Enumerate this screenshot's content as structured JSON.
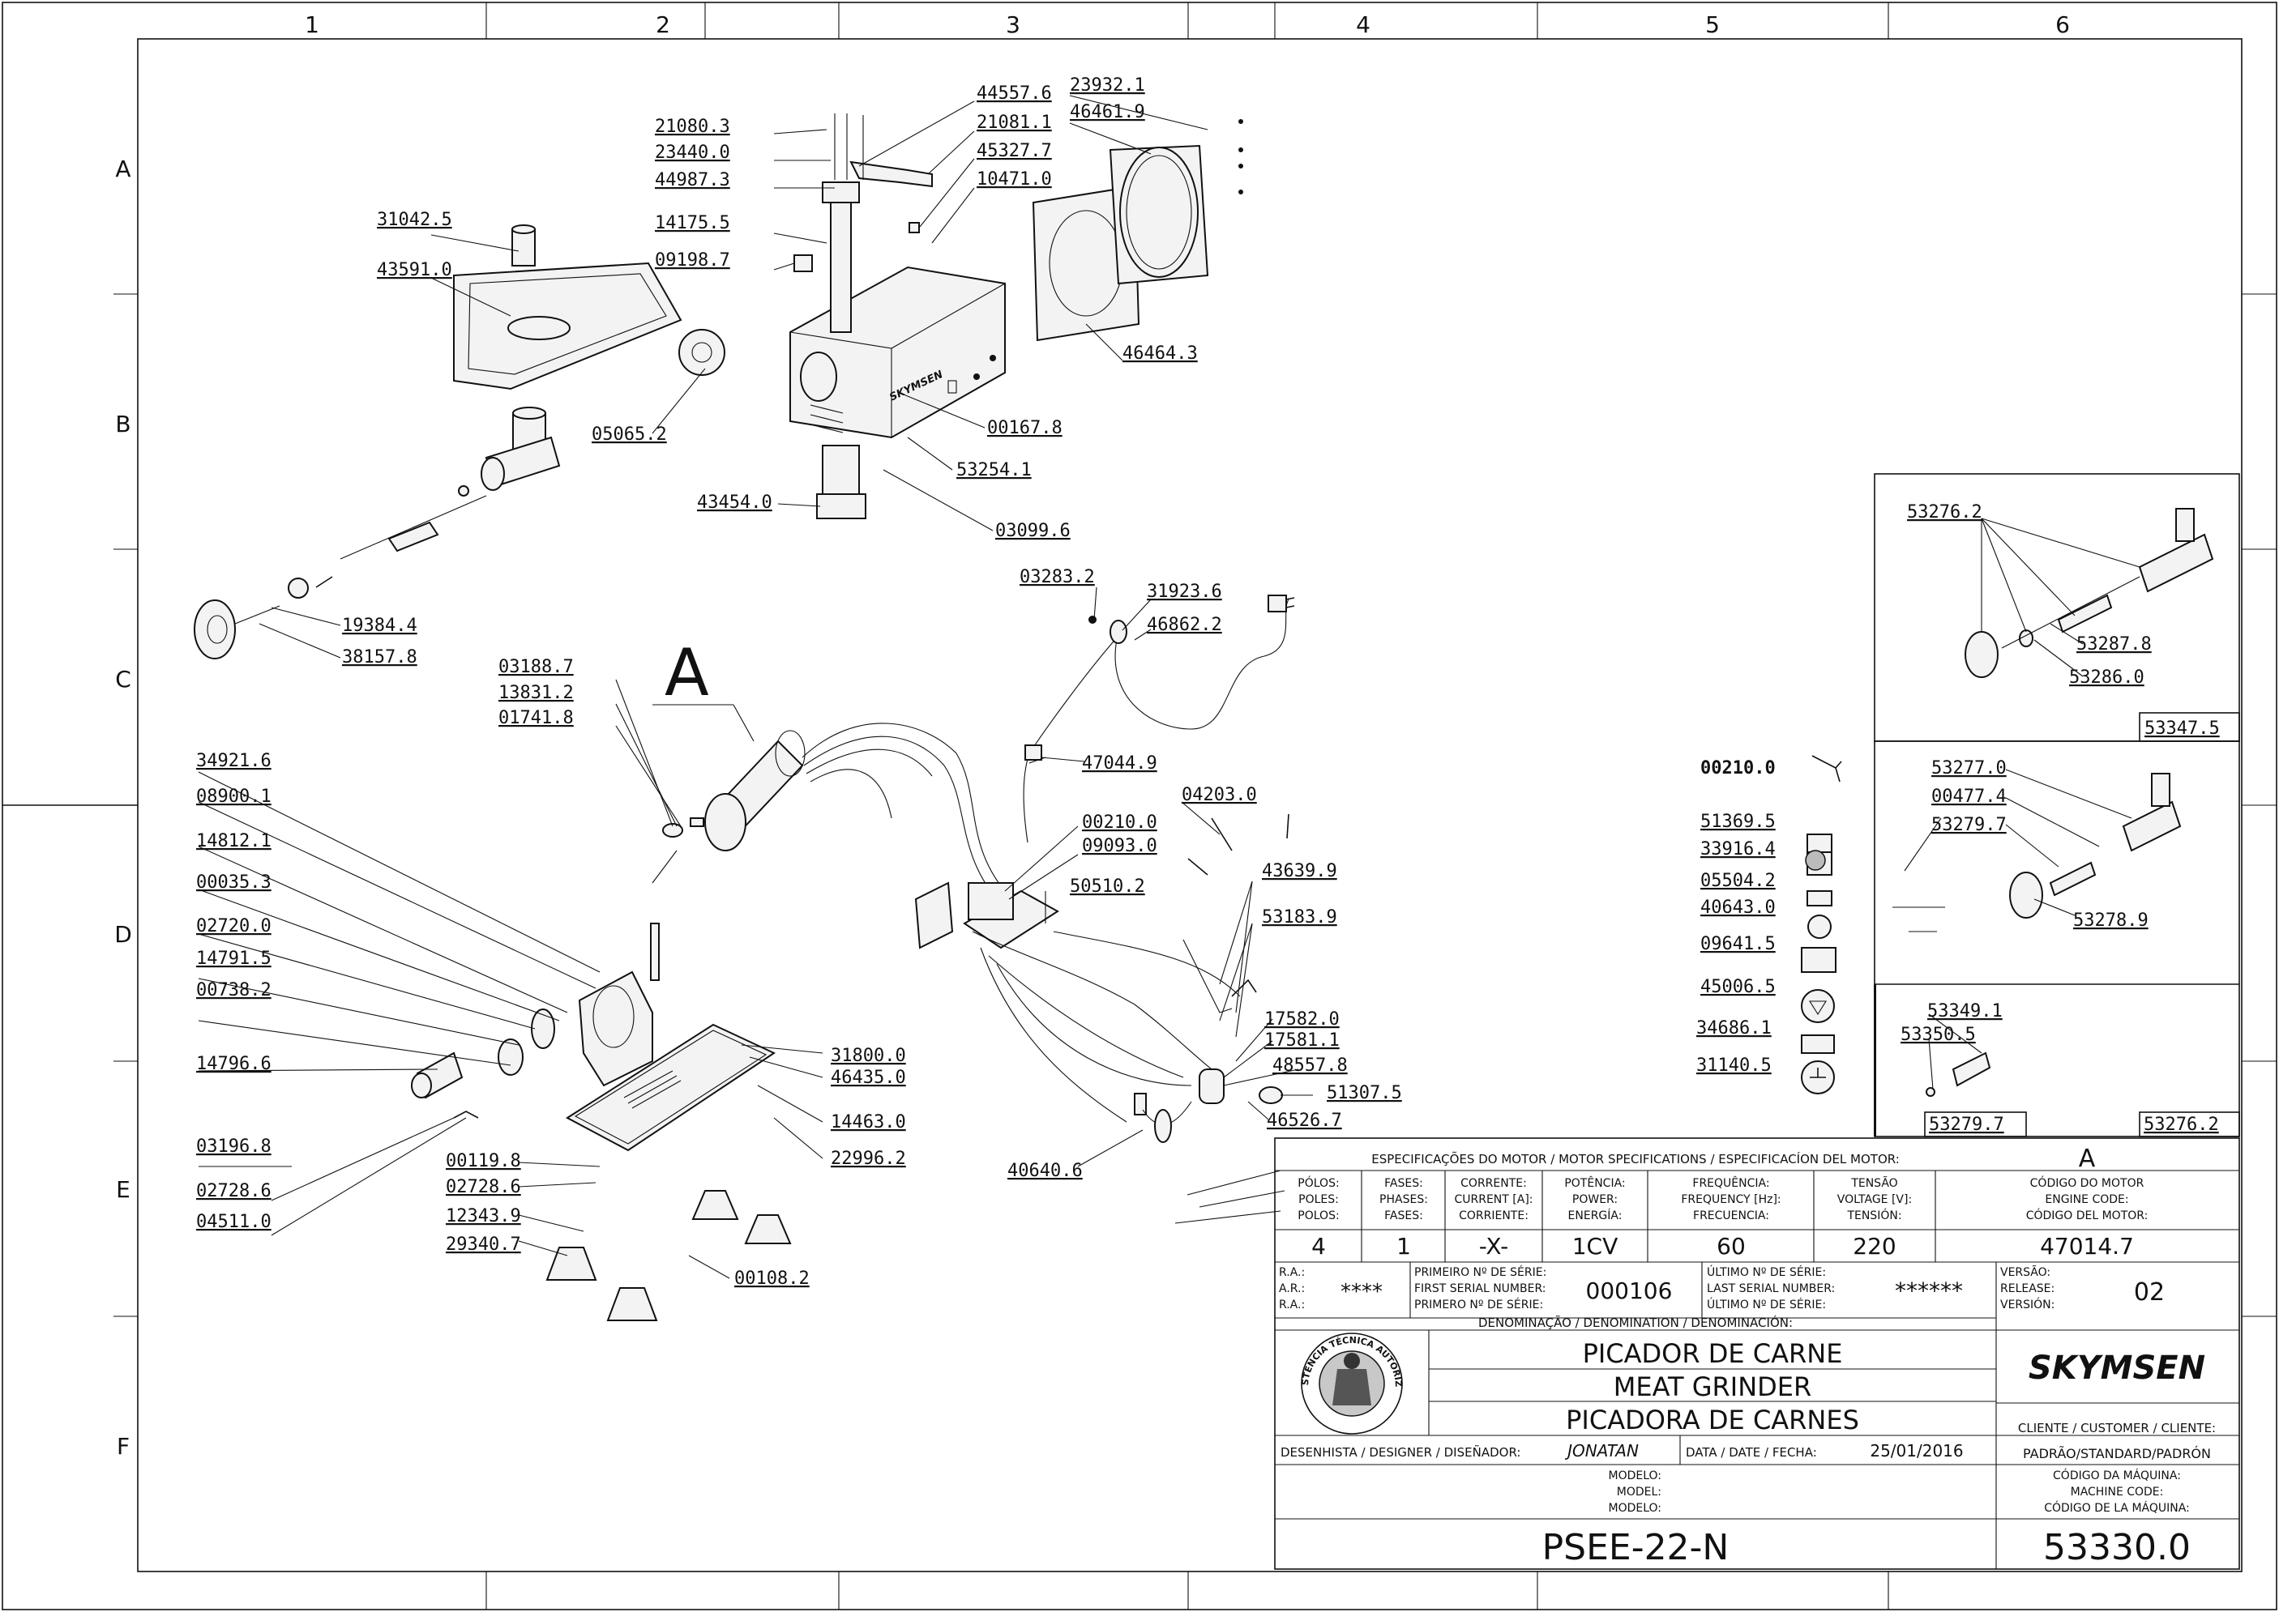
{
  "grid": {
    "columns": [
      "1",
      "2",
      "3",
      "4",
      "5",
      "6"
    ],
    "rows": [
      "A",
      "B",
      "C",
      "D",
      "E",
      "F"
    ]
  },
  "callout_letter": "A",
  "part_labels": [
    {
      "id": "21080_3",
      "text": "21080.3"
    },
    {
      "id": "23440_0",
      "text": "23440.0"
    },
    {
      "id": "44987_3",
      "text": "44987.3"
    },
    {
      "id": "44557_6",
      "text": "44557.6"
    },
    {
      "id": "21081_1",
      "text": "21081.1"
    },
    {
      "id": "45327_7",
      "text": "45327.7"
    },
    {
      "id": "10471_0",
      "text": "10471.0"
    },
    {
      "id": "23932_1",
      "text": "23932.1"
    },
    {
      "id": "46461_9",
      "text": "46461.9"
    },
    {
      "id": "31042_5",
      "text": "31042.5"
    },
    {
      "id": "43591_0",
      "text": "43591.0"
    },
    {
      "id": "14175_5",
      "text": "14175.5"
    },
    {
      "id": "09198_7",
      "text": "09198.7"
    },
    {
      "id": "46464_3",
      "text": "46464.3"
    },
    {
      "id": "05065_2",
      "text": "05065.2"
    },
    {
      "id": "00167_8",
      "text": "00167.8"
    },
    {
      "id": "53254_1",
      "text": "53254.1"
    },
    {
      "id": "43454_0",
      "text": "43454.0"
    },
    {
      "id": "03099_6",
      "text": "03099.6"
    },
    {
      "id": "19384_4",
      "text": "19384.4"
    },
    {
      "id": "38157_8",
      "text": "38157.8"
    },
    {
      "id": "03283_2",
      "text": "03283.2"
    },
    {
      "id": "31923_6",
      "text": "31923.6"
    },
    {
      "id": "46862_2",
      "text": "46862.2"
    },
    {
      "id": "03188_7",
      "text": "03188.7"
    },
    {
      "id": "13831_2",
      "text": "13831.2"
    },
    {
      "id": "01741_8",
      "text": "01741.8"
    },
    {
      "id": "34921_6",
      "text": "34921.6"
    },
    {
      "id": "08900_1",
      "text": "08900.1"
    },
    {
      "id": "14812_1",
      "text": "14812.1"
    },
    {
      "id": "00035_3",
      "text": "00035.3"
    },
    {
      "id": "02720_0",
      "text": "02720.0"
    },
    {
      "id": "14791_5",
      "text": "14791.5"
    },
    {
      "id": "00738_2",
      "text": "00738.2"
    },
    {
      "id": "14796_6",
      "text": "14796.6"
    },
    {
      "id": "03196_8",
      "text": "03196.8"
    },
    {
      "id": "02728_6a",
      "text": "02728.6"
    },
    {
      "id": "04511_0",
      "text": "04511.0"
    },
    {
      "id": "47044_9",
      "text": "47044.9"
    },
    {
      "id": "04203_0",
      "text": "04203.0"
    },
    {
      "id": "00210_0a",
      "text": "00210.0"
    },
    {
      "id": "09093_0",
      "text": "09093.0"
    },
    {
      "id": "50510_2",
      "text": "50510.2"
    },
    {
      "id": "43639_9",
      "text": "43639.9"
    },
    {
      "id": "53183_9",
      "text": "53183.9"
    },
    {
      "id": "31800_0",
      "text": "31800.0"
    },
    {
      "id": "46435_0",
      "text": "46435.0"
    },
    {
      "id": "14463_0",
      "text": "14463.0"
    },
    {
      "id": "22996_2",
      "text": "22996.2"
    },
    {
      "id": "00119_8",
      "text": "00119.8"
    },
    {
      "id": "02728_6b",
      "text": "02728.6"
    },
    {
      "id": "12343_9",
      "text": "12343.9"
    },
    {
      "id": "29340_7",
      "text": "29340.7"
    },
    {
      "id": "00108_2",
      "text": "00108.2"
    },
    {
      "id": "17582_0",
      "text": "17582.0"
    },
    {
      "id": "17581_1",
      "text": "17581.1"
    },
    {
      "id": "48557_8",
      "text": "48557.8"
    },
    {
      "id": "51307_5",
      "text": "51307.5"
    },
    {
      "id": "46526_7",
      "text": "46526.7"
    },
    {
      "id": "40640_6",
      "text": "40640.6"
    },
    {
      "id": "00210_0b",
      "text": "00210.0"
    },
    {
      "id": "51369_5",
      "text": "51369.5"
    },
    {
      "id": "33916_4",
      "text": "33916.4"
    },
    {
      "id": "05504_2",
      "text": "05504.2"
    },
    {
      "id": "40643_0",
      "text": "40643.0"
    },
    {
      "id": "09641_5",
      "text": "09641.5"
    },
    {
      "id": "45006_5",
      "text": "45006.5"
    },
    {
      "id": "34686_1",
      "text": "34686.1"
    },
    {
      "id": "31140_5",
      "text": "31140.5"
    },
    {
      "id": "53276_2a",
      "text": "53276.2"
    },
    {
      "id": "53287_8",
      "text": "53287.8"
    },
    {
      "id": "53286_0",
      "text": "53286.0"
    },
    {
      "id": "53347_5",
      "text": "53347.5"
    },
    {
      "id": "53277_0",
      "text": "53277.0"
    },
    {
      "id": "00477_4",
      "text": "00477.4"
    },
    {
      "id": "53279_7a",
      "text": "53279.7"
    },
    {
      "id": "53278_9",
      "text": "53278.9"
    },
    {
      "id": "53349_1",
      "text": "53349.1"
    },
    {
      "id": "53350_5",
      "text": "53350.5"
    },
    {
      "id": "53279_7b",
      "text": "53279.7"
    },
    {
      "id": "53276_2b",
      "text": "53276.2"
    }
  ],
  "title_block": {
    "motor_header": "ESPECIFICAÇÕES DO MOTOR / MOTOR SPECIFICATIONS / ESPECIFICACÍON DEL MOTOR:",
    "motor_code_letter": "A",
    "spec_headers": [
      [
        "PÓLOS:",
        "POLES:",
        "POLOS:"
      ],
      [
        "FASES:",
        "PHASES:",
        "FASES:"
      ],
      [
        "CORRENTE:",
        "CURRENT [A]:",
        "CORRIENTE:"
      ],
      [
        "POTÊNCIA:",
        "POWER:",
        "ENERGÍA:"
      ],
      [
        "FREQUÊNCIA:",
        "FREQUENCY [Hz]:",
        "FRECUENCIA:"
      ],
      [
        "TENSÃO",
        "VOLTAGE [V]:",
        "TENSIÓN:"
      ],
      [
        "CÓDIGO DO MOTOR",
        "ENGINE CODE:",
        "CÓDIGO DEL MOTOR:"
      ]
    ],
    "spec_values": [
      "4",
      "1",
      "-X-",
      "1CV",
      "60",
      "220",
      "47014.7"
    ],
    "ra_labels": [
      "R.A.:",
      "A.R.:",
      "R.A.:"
    ],
    "ra_value": "****",
    "first_serial_labels": [
      "PRIMEIRO Nº DE SÉRIE:",
      "FIRST SERIAL NUMBER:",
      "PRIMERO Nº DE SÉRIE:"
    ],
    "first_serial_value": "000106",
    "last_serial_labels": [
      "ÚLTIMO Nº DE SÉRIE:",
      "LAST SERIAL NUMBER:",
      "ÚLTIMO Nº DE SÉRIE:"
    ],
    "last_serial_value": "******",
    "version_labels": [
      "VERSÃO:",
      "RELEASE:",
      "VERSIÓN:"
    ],
    "version_value": "02",
    "denomination_header": "DENOMINAÇÃO / DENOMINATION / DENOMINACIÓN:",
    "names": [
      "PICADOR DE CARNE",
      "MEAT GRINDER",
      "PICADORA DE CARNES"
    ],
    "brand": "SKYMSEN",
    "seal_text": "ASSISTÊNCIA TÉCNICA AUTORIZADA",
    "client_label": "CLIENTE / CUSTOMER / CLIENTE:",
    "client_value": "PADRÃO/STANDARD/PADRÓN",
    "designer_label": "DESENHISTA / DESIGNER / DISEÑADOR:",
    "designer_value": "JONATAN",
    "date_label": "DATA / DATE / FECHA:",
    "date_value": "25/01/2016",
    "model_labels": [
      "MODELO:",
      "MODEL:",
      "MODELO:"
    ],
    "machine_code_labels": [
      "CÓDIGO DA MÁQUINA:",
      "MACHINE CODE:",
      "CÓDIGO DE LA MÁQUINA:"
    ],
    "model_value": "PSEE-22-N",
    "machine_code_value": "53330.0"
  }
}
